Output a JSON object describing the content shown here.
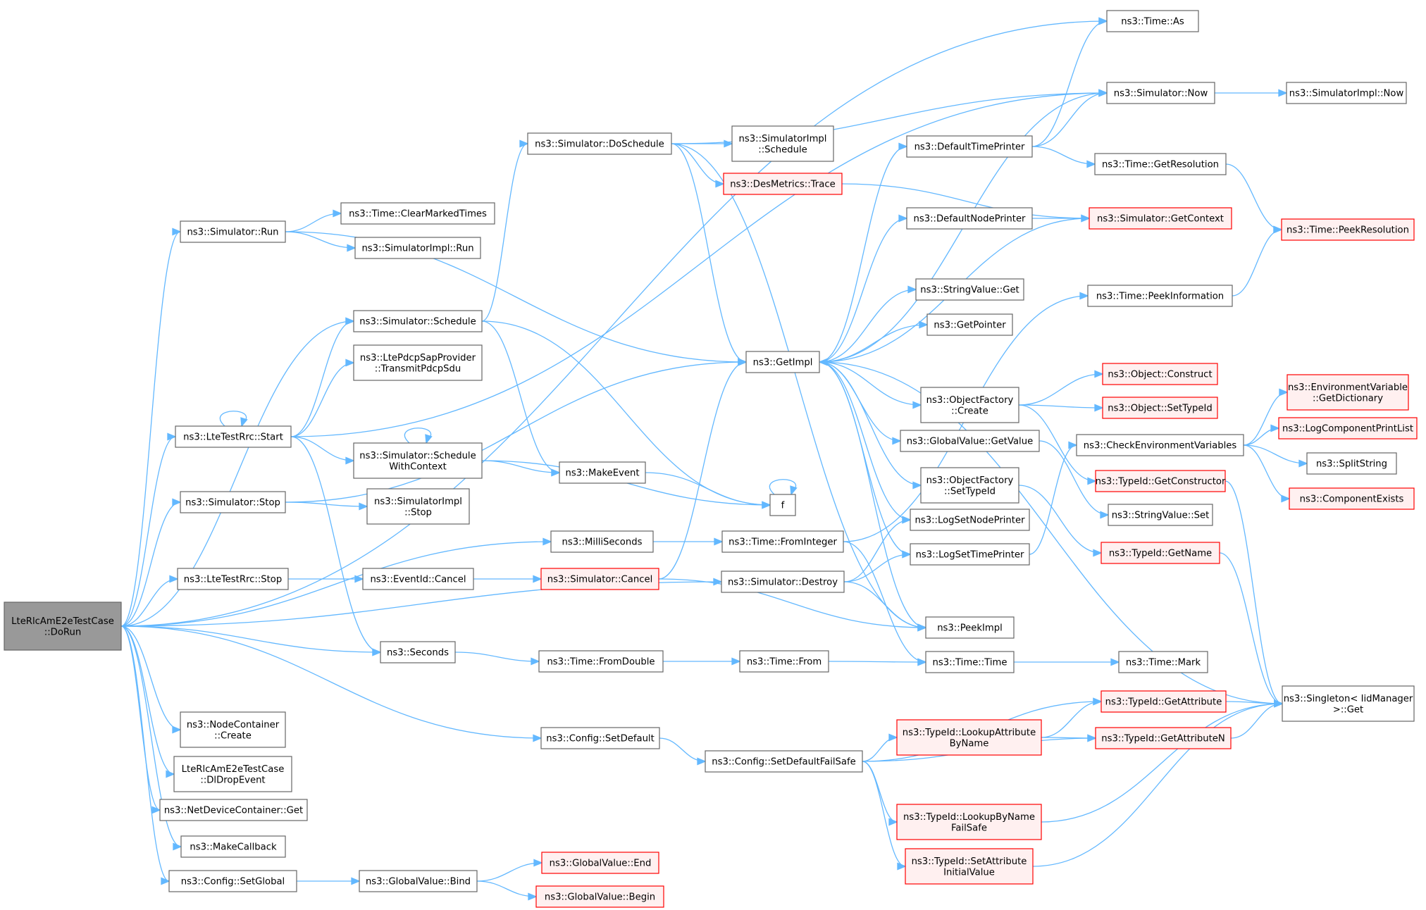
{
  "colors": {
    "edge": "#63b8ff",
    "node_border": "#666666",
    "node_fill": "#ffffff",
    "root_fill": "#999999",
    "truncated_border": "#ff0000",
    "truncated_fill": "#fff0f0"
  },
  "nodes": [
    {
      "id": "root",
      "lines": [
        "LteRlcAmE2eTestCase",
        "::DoRun"
      ],
      "style": "root"
    },
    {
      "id": "timeAs",
      "lines": [
        "ns3::Time::As"
      ],
      "style": "normal"
    },
    {
      "id": "simNow",
      "lines": [
        "ns3::Simulator::Now"
      ],
      "style": "normal"
    },
    {
      "id": "simImplNow",
      "lines": [
        "ns3::SimulatorImpl::Now"
      ],
      "style": "normal"
    },
    {
      "id": "simDoSchedule",
      "lines": [
        "ns3::Simulator::DoSchedule"
      ],
      "style": "normal"
    },
    {
      "id": "simImplSchedule",
      "lines": [
        "ns3::SimulatorImpl",
        "::Schedule"
      ],
      "style": "normal"
    },
    {
      "id": "defTimePrinter",
      "lines": [
        "ns3::DefaultTimePrinter"
      ],
      "style": "normal"
    },
    {
      "id": "desTrace",
      "lines": [
        "ns3::DesMetrics::Trace"
      ],
      "style": "trunc"
    },
    {
      "id": "timeGetRes",
      "lines": [
        "ns3::Time::GetResolution"
      ],
      "style": "normal"
    },
    {
      "id": "simRun",
      "lines": [
        "ns3::Simulator::Run"
      ],
      "style": "normal"
    },
    {
      "id": "timeClearMarked",
      "lines": [
        "ns3::Time::ClearMarkedTimes"
      ],
      "style": "normal"
    },
    {
      "id": "simImplRun",
      "lines": [
        "ns3::SimulatorImpl::Run"
      ],
      "style": "normal"
    },
    {
      "id": "defNodePrinter",
      "lines": [
        "ns3::DefaultNodePrinter"
      ],
      "style": "normal"
    },
    {
      "id": "simGetContext",
      "lines": [
        "ns3::Simulator::GetContext"
      ],
      "style": "trunc"
    },
    {
      "id": "timePeekRes",
      "lines": [
        "ns3::Time::PeekResolution"
      ],
      "style": "trunc"
    },
    {
      "id": "stringValueGet",
      "lines": [
        "ns3::StringValue::Get"
      ],
      "style": "normal"
    },
    {
      "id": "timePeekInfo",
      "lines": [
        "ns3::Time::PeekInformation"
      ],
      "style": "normal"
    },
    {
      "id": "simSchedule",
      "lines": [
        "ns3::Simulator::Schedule"
      ],
      "style": "normal"
    },
    {
      "id": "getPointer",
      "lines": [
        "ns3::GetPointer"
      ],
      "style": "normal"
    },
    {
      "id": "ltePdcp",
      "lines": [
        "ns3::LtePdcpSapProvider",
        "::TransmitPdcpSdu"
      ],
      "style": "normal"
    },
    {
      "id": "getImpl",
      "lines": [
        "ns3::GetImpl"
      ],
      "style": "normal"
    },
    {
      "id": "objConstruct",
      "lines": [
        "ns3::Object::Construct"
      ],
      "style": "trunc"
    },
    {
      "id": "objFactCreate",
      "lines": [
        "ns3::ObjectFactory",
        "::Create"
      ],
      "style": "normal"
    },
    {
      "id": "envGetDict",
      "lines": [
        "ns3::EnvironmentVariable",
        "::GetDictionary"
      ],
      "style": "trunc"
    },
    {
      "id": "objSetTypeId",
      "lines": [
        "ns3::Object::SetTypeId"
      ],
      "style": "trunc"
    },
    {
      "id": "logCompPrint",
      "lines": [
        "ns3::LogComponentPrintList"
      ],
      "style": "trunc"
    },
    {
      "id": "lteStart",
      "lines": [
        "ns3::LteTestRrc::Start"
      ],
      "style": "normal"
    },
    {
      "id": "gvGetValue",
      "lines": [
        "ns3::GlobalValue::GetValue"
      ],
      "style": "normal"
    },
    {
      "id": "checkEnv",
      "lines": [
        "ns3::CheckEnvironmentVariables"
      ],
      "style": "normal"
    },
    {
      "id": "simSchedCtx",
      "lines": [
        "ns3::Simulator::Schedule",
        "WithContext"
      ],
      "style": "normal"
    },
    {
      "id": "makeEvent",
      "lines": [
        "ns3::MakeEvent"
      ],
      "style": "normal"
    },
    {
      "id": "splitString",
      "lines": [
        "ns3::SplitString"
      ],
      "style": "normal"
    },
    {
      "id": "objFactSetTypeId",
      "lines": [
        "ns3::ObjectFactory",
        "::SetTypeId"
      ],
      "style": "normal"
    },
    {
      "id": "typeIdGetCtor",
      "lines": [
        "ns3::TypeId::GetConstructor"
      ],
      "style": "trunc"
    },
    {
      "id": "compExists",
      "lines": [
        "ns3::ComponentExists"
      ],
      "style": "trunc"
    },
    {
      "id": "simStop",
      "lines": [
        "ns3::Simulator::Stop"
      ],
      "style": "normal"
    },
    {
      "id": "fNode",
      "lines": [
        "f"
      ],
      "style": "normal"
    },
    {
      "id": "simImplStop",
      "lines": [
        "ns3::SimulatorImpl",
        "::Stop"
      ],
      "style": "normal"
    },
    {
      "id": "stringValueSet",
      "lines": [
        "ns3::StringValue::Set"
      ],
      "style": "normal"
    },
    {
      "id": "logSetNodePrinter",
      "lines": [
        "ns3::LogSetNodePrinter"
      ],
      "style": "normal"
    },
    {
      "id": "milliSeconds",
      "lines": [
        "ns3::MilliSeconds"
      ],
      "style": "normal"
    },
    {
      "id": "timeFromInt",
      "lines": [
        "ns3::Time::FromInteger"
      ],
      "style": "normal"
    },
    {
      "id": "typeIdGetName",
      "lines": [
        "ns3::TypeId::GetName"
      ],
      "style": "trunc"
    },
    {
      "id": "logSetTimePrinter",
      "lines": [
        "ns3::LogSetTimePrinter"
      ],
      "style": "normal"
    },
    {
      "id": "lteStop",
      "lines": [
        "ns3::LteTestRrc::Stop"
      ],
      "style": "normal"
    },
    {
      "id": "eventCancel",
      "lines": [
        "ns3::EventId::Cancel"
      ],
      "style": "normal"
    },
    {
      "id": "simCancel",
      "lines": [
        "ns3::Simulator::Cancel"
      ],
      "style": "trunc"
    },
    {
      "id": "simDestroy",
      "lines": [
        "ns3::Simulator::Destroy"
      ],
      "style": "normal"
    },
    {
      "id": "peekImpl",
      "lines": [
        "ns3::PeekImpl"
      ],
      "style": "normal"
    },
    {
      "id": "seconds",
      "lines": [
        "ns3::Seconds"
      ],
      "style": "normal"
    },
    {
      "id": "timeFromDouble",
      "lines": [
        "ns3::Time::FromDouble"
      ],
      "style": "normal"
    },
    {
      "id": "timeFrom",
      "lines": [
        "ns3::Time::From"
      ],
      "style": "normal"
    },
    {
      "id": "timeTime",
      "lines": [
        "ns3::Time::Time"
      ],
      "style": "normal"
    },
    {
      "id": "timeMark",
      "lines": [
        "ns3::Time::Mark"
      ],
      "style": "normal"
    },
    {
      "id": "typeIdGetAttr",
      "lines": [
        "ns3::TypeId::GetAttribute"
      ],
      "style": "trunc"
    },
    {
      "id": "singletonGet",
      "lines": [
        "ns3::Singleton< IidManager",
        ">::Get"
      ],
      "style": "normal"
    },
    {
      "id": "nodeContCreate",
      "lines": [
        "ns3::NodeContainer",
        "::Create"
      ],
      "style": "normal"
    },
    {
      "id": "configSetDefault",
      "lines": [
        "ns3::Config::SetDefault"
      ],
      "style": "normal"
    },
    {
      "id": "typeIdLookupAttr",
      "lines": [
        "ns3::TypeId::LookupAttribute",
        "ByName"
      ],
      "style": "trunc"
    },
    {
      "id": "typeIdGetAttrN",
      "lines": [
        "ns3::TypeId::GetAttributeN"
      ],
      "style": "trunc"
    },
    {
      "id": "configSetDefFS",
      "lines": [
        "ns3::Config::SetDefaultFailSafe"
      ],
      "style": "normal"
    },
    {
      "id": "dlDropEvent",
      "lines": [
        "LteRlcAmE2eTestCase",
        "::DlDropEvent"
      ],
      "style": "normal"
    },
    {
      "id": "ndcGet",
      "lines": [
        "ns3::NetDeviceContainer::Get"
      ],
      "style": "normal"
    },
    {
      "id": "typeIdLookupByName",
      "lines": [
        "ns3::TypeId::LookupByName",
        "FailSafe"
      ],
      "style": "trunc"
    },
    {
      "id": "makeCallback",
      "lines": [
        "ns3::MakeCallback"
      ],
      "style": "normal"
    },
    {
      "id": "typeIdSetAttrInit",
      "lines": [
        "ns3::TypeId::SetAttribute",
        "InitialValue"
      ],
      "style": "trunc"
    },
    {
      "id": "configSetGlobal",
      "lines": [
        "ns3::Config::SetGlobal"
      ],
      "style": "normal"
    },
    {
      "id": "gvBind",
      "lines": [
        "ns3::GlobalValue::Bind"
      ],
      "style": "normal"
    },
    {
      "id": "gvEnd",
      "lines": [
        "ns3::GlobalValue::End"
      ],
      "style": "trunc"
    },
    {
      "id": "gvBegin",
      "lines": [
        "ns3::GlobalValue::Begin"
      ],
      "style": "trunc"
    }
  ],
  "edges": [
    [
      "root",
      "timeAs"
    ],
    [
      "root",
      "simRun"
    ],
    [
      "root",
      "simSchedule"
    ],
    [
      "root",
      "lteStart"
    ],
    [
      "root",
      "simStop"
    ],
    [
      "root",
      "milliSeconds"
    ],
    [
      "root",
      "lteStop"
    ],
    [
      "root",
      "simDestroy"
    ],
    [
      "root",
      "seconds"
    ],
    [
      "root",
      "configSetDefault"
    ],
    [
      "root",
      "nodeContCreate"
    ],
    [
      "root",
      "dlDropEvent"
    ],
    [
      "root",
      "ndcGet"
    ],
    [
      "root",
      "makeCallback"
    ],
    [
      "root",
      "configSetGlobal"
    ],
    [
      "simNow",
      "simImplNow"
    ],
    [
      "simDoSchedule",
      "simNow"
    ],
    [
      "simDoSchedule",
      "simImplSchedule"
    ],
    [
      "simDoSchedule",
      "desTrace"
    ],
    [
      "simDoSchedule",
      "getImpl"
    ],
    [
      "simDoSchedule",
      "peekImpl"
    ],
    [
      "desTrace",
      "simGetContext"
    ],
    [
      "defTimePrinter",
      "timeAs"
    ],
    [
      "defTimePrinter",
      "simNow"
    ],
    [
      "defTimePrinter",
      "timeGetRes"
    ],
    [
      "timeGetRes",
      "timePeekRes"
    ],
    [
      "simRun",
      "timeClearMarked"
    ],
    [
      "simRun",
      "simImplRun"
    ],
    [
      "simRun",
      "getImpl"
    ],
    [
      "defNodePrinter",
      "simGetContext"
    ],
    [
      "simGetContext",
      "getImpl"
    ],
    [
      "timePeekInfo",
      "timePeekRes"
    ],
    [
      "simSchedule",
      "simDoSchedule"
    ],
    [
      "simSchedule",
      "makeEvent"
    ],
    [
      "simSchedule",
      "fNode"
    ],
    [
      "getImpl",
      "simNow"
    ],
    [
      "getImpl",
      "defTimePrinter"
    ],
    [
      "getImpl",
      "defNodePrinter"
    ],
    [
      "getImpl",
      "stringValueGet"
    ],
    [
      "getImpl",
      "getPointer"
    ],
    [
      "getImpl",
      "objFactCreate"
    ],
    [
      "getImpl",
      "gvGetValue"
    ],
    [
      "getImpl",
      "objFactSetTypeId"
    ],
    [
      "getImpl",
      "logSetNodePrinter"
    ],
    [
      "getImpl",
      "logSetTimePrinter"
    ],
    [
      "getImpl",
      "peekImpl"
    ],
    [
      "getImpl",
      "singletonGet"
    ],
    [
      "objFactCreate",
      "objConstruct"
    ],
    [
      "objFactCreate",
      "objSetTypeId"
    ],
    [
      "objFactCreate",
      "typeIdGetCtor"
    ],
    [
      "lteStart",
      "lteStart"
    ],
    [
      "lteStart",
      "simNow"
    ],
    [
      "lteStart",
      "simSchedule"
    ],
    [
      "lteStart",
      "ltePdcp"
    ],
    [
      "lteStart",
      "simSchedCtx"
    ],
    [
      "lteStart",
      "seconds"
    ],
    [
      "gvGetValue",
      "stringValueSet"
    ],
    [
      "checkEnv",
      "envGetDict"
    ],
    [
      "checkEnv",
      "logCompPrint"
    ],
    [
      "checkEnv",
      "splitString"
    ],
    [
      "checkEnv",
      "compExists"
    ],
    [
      "simSchedCtx",
      "simSchedCtx"
    ],
    [
      "simSchedCtx",
      "makeEvent"
    ],
    [
      "simSchedCtx",
      "fNode"
    ],
    [
      "makeEvent",
      "fNode"
    ],
    [
      "objFactSetTypeId",
      "typeIdGetName"
    ],
    [
      "typeIdGetCtor",
      "singletonGet"
    ],
    [
      "simStop",
      "getImpl"
    ],
    [
      "simStop",
      "simImplStop"
    ],
    [
      "fNode",
      "fNode"
    ],
    [
      "milliSeconds",
      "timeFromInt"
    ],
    [
      "timeFromInt",
      "timePeekInfo"
    ],
    [
      "timeFromInt",
      "timeTime"
    ],
    [
      "typeIdGetName",
      "singletonGet"
    ],
    [
      "logSetTimePrinter",
      "checkEnv"
    ],
    [
      "lteStop",
      "eventCancel"
    ],
    [
      "eventCancel",
      "simCancel"
    ],
    [
      "simCancel",
      "getImpl"
    ],
    [
      "simCancel",
      "peekImpl"
    ],
    [
      "simDestroy",
      "logSetNodePrinter"
    ],
    [
      "simDestroy",
      "logSetTimePrinter"
    ],
    [
      "simDestroy",
      "peekImpl"
    ],
    [
      "seconds",
      "timeFromDouble"
    ],
    [
      "timeFromDouble",
      "timeFrom"
    ],
    [
      "timeFrom",
      "timeTime"
    ],
    [
      "timeTime",
      "timeMark"
    ],
    [
      "typeIdGetAttr",
      "singletonGet"
    ],
    [
      "configSetDefault",
      "configSetDefFS"
    ],
    [
      "typeIdLookupAttr",
      "typeIdGetAttr"
    ],
    [
      "typeIdLookupAttr",
      "typeIdGetAttrN"
    ],
    [
      "typeIdGetAttrN",
      "singletonGet"
    ],
    [
      "configSetDefFS",
      "typeIdGetAttr"
    ],
    [
      "configSetDefFS",
      "typeIdLookupAttr"
    ],
    [
      "configSetDefFS",
      "typeIdGetAttrN"
    ],
    [
      "configSetDefFS",
      "typeIdLookupByName"
    ],
    [
      "configSetDefFS",
      "typeIdSetAttrInit"
    ],
    [
      "typeIdLookupByName",
      "singletonGet"
    ],
    [
      "typeIdSetAttrInit",
      "singletonGet"
    ],
    [
      "configSetGlobal",
      "gvBind"
    ],
    [
      "gvBind",
      "gvEnd"
    ],
    [
      "gvBind",
      "gvBegin"
    ]
  ]
}
